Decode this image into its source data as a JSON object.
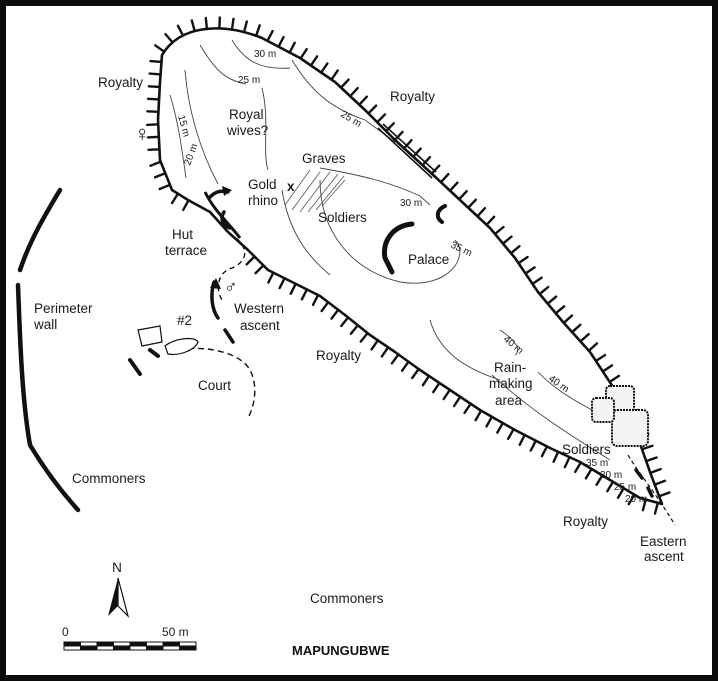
{
  "map": {
    "title": "MAPUNGUBWE",
    "labels": {
      "royalty_left": "Royalty",
      "royalty_top": "Royalty",
      "royalty_mid": "Royalty",
      "royalty_bottom": "Royalty",
      "royal_wives_1": "Royal",
      "royal_wives_2": "wives?",
      "graves": "Graves",
      "gold_rhino_1": "Gold",
      "gold_rhino_2": "rhino",
      "gold_rhino_mark": "x",
      "soldiers_upper": "Soldiers",
      "soldiers_lower": "Soldiers",
      "palace": "Palace",
      "rain_making_1": "Rain-",
      "rain_making_2": "making",
      "rain_making_3": "area",
      "hut_terrace_1": "Hut",
      "hut_terrace_2": "terrace",
      "western_ascent_1": "Western",
      "western_ascent_2": "ascent",
      "site_number": "#2",
      "court": "Court",
      "perimeter_wall_1": "Perimeter",
      "perimeter_wall_2": "wall",
      "commoners_left": "Commoners",
      "commoners_bottom": "Commoners",
      "eastern_ascent_1": "Eastern",
      "eastern_ascent_2": "ascent",
      "female_symbol": "♀",
      "male_symbol": "♂"
    },
    "contours": {
      "c30_top": "30 m",
      "c25_top": "25 m",
      "c25_right": "25 m",
      "c15": "15 m",
      "c20": "20 m",
      "c30_mid": "30 m",
      "c35": "35 m",
      "c40_upper": "40 m",
      "c40_lower": "40 m",
      "c35_east": "35 m",
      "c30_east": "30 m",
      "c25_east": "25 m",
      "c20_east": "20 m"
    },
    "north_arrow": {
      "label": "N"
    },
    "scale_bar": {
      "start_label": "0",
      "end_label": "50 m"
    }
  }
}
